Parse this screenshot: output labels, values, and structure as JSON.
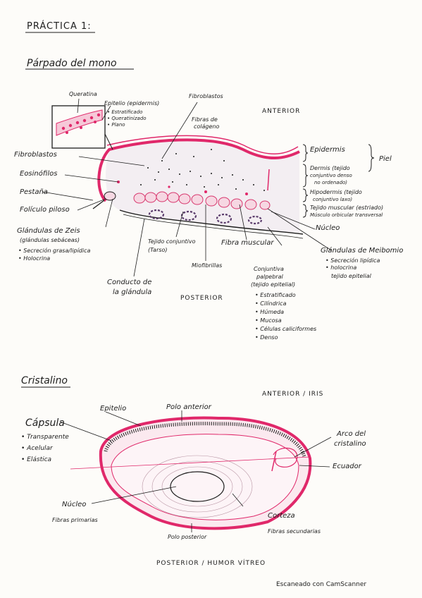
{
  "header": {
    "practice": "PRÁCTICA 1:"
  },
  "eyelid": {
    "title": "Párpado del mono",
    "orientation": {
      "anterior": "ANTERIOR",
      "posterior": "POSTERIOR"
    },
    "labels": {
      "queratina": "Queratina",
      "epitelio": "Epitelio (epidermis)",
      "fibroblastos_top": "Fibroblastos",
      "fibras_colageno_1": "Fibras de",
      "fibras_colageno_2": "colágeno",
      "fibroblastos_left": "Fibroblastos",
      "eosinofilos": "Eosinófilos",
      "pestana": "Pestaña",
      "foliculo": "Folículo piloso",
      "zeis_1": "Glándulas de Zeis",
      "zeis_2": "(glándulas sebáceas)",
      "tejido_conj_1": "Tejido conjuntivo",
      "tejido_conj_2": "(Tarso)",
      "fibra_muscular": "Fibra muscular",
      "miofibrillas": "Miofibrillas",
      "conducto_1": "Conducto de",
      "conducto_2": "la glándula",
      "nucleo": "Núcleo",
      "meibomio": "Glándulas de Meibomio",
      "conjuntiva_1": "Conjuntiva",
      "conjuntiva_2": "palpebral",
      "conjuntiva_3": "(tejido epitelial)",
      "epidermis": "Epidermis",
      "dermis_1": "Dermis (tejido",
      "dermis_2": "conjuntivo denso",
      "dermis_3": "no ordenado)",
      "piel": "Piel",
      "hipodermis_1": "Hipodermis (tejido",
      "hipodermis_2": "conjuntivo laxo)",
      "muscular_1": "Tejido muscular (estriado)",
      "muscular_2": "Músculo orbicular transversal"
    },
    "epitelio_props": [
      "Estratificado",
      "Queratinizado",
      "Plano"
    ],
    "zeis_props": [
      "Secreción grasa/lipídica",
      "Holocrina"
    ],
    "meibomio_props": [
      "Secreción lipídica",
      "holocrina"
    ],
    "meibomio_extra": "tejido epitelial",
    "conjuntiva_props": [
      "Estratificado",
      "Cilíndrica",
      "Húmeda",
      "Mucosa",
      "Células caliciformes",
      "Denso"
    ]
  },
  "lens": {
    "title": "Cristalino",
    "orientation": {
      "top": "ANTERIOR / IRIS",
      "bottom": "POSTERIOR / HUMOR VÍTREO"
    },
    "labels": {
      "capsula": "Cápsula",
      "epitelio": "Epitelio",
      "polo_anterior": "Polo anterior",
      "arco_1": "Arco del",
      "arco_2": "cristalino",
      "ecuador": "Ecuador",
      "nucleo": "Núcleo",
      "fibras_primarias": "Fibras primarias",
      "corteza": "Corteza",
      "fibras_secundarias": "Fibras secundarias",
      "polo_posterior": "Polo posterior"
    },
    "capsula_props": [
      "Transparente",
      "Acelular",
      "Elástica"
    ]
  },
  "footer": {
    "scanner": "Escaneado con CamScanner"
  },
  "colors": {
    "pink": "#e0286a",
    "ink": "#1d1d1d",
    "paper": "#fdfcf9"
  }
}
